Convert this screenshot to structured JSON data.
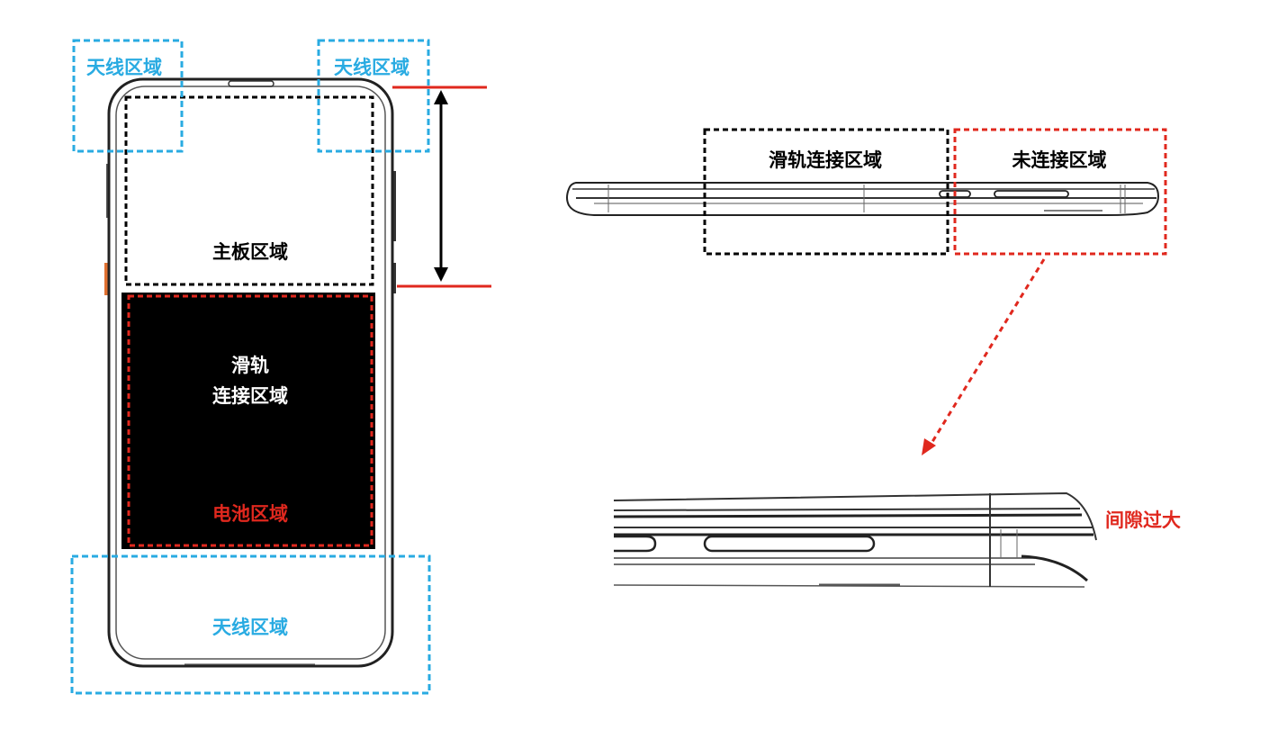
{
  "colors": {
    "antenna": "#29abe2",
    "battery": "#e0281e",
    "line": "#222222",
    "black_fill": "#000000",
    "white_text": "#ffffff"
  },
  "front_view": {
    "antenna_top_left_label": "天线区域",
    "antenna_top_right_label": "天线区域",
    "mainboard_label": "主板区域",
    "rail_label_line1": "滑轨",
    "rail_label_line2": "连接区域",
    "battery_label": "电池区域",
    "antenna_bottom_label": "天线区域"
  },
  "side_view": {
    "rail_connected_label": "滑轨连接区域",
    "not_connected_label": "未连接区域"
  },
  "detail_view": {
    "gap_label": "间隙过大"
  }
}
